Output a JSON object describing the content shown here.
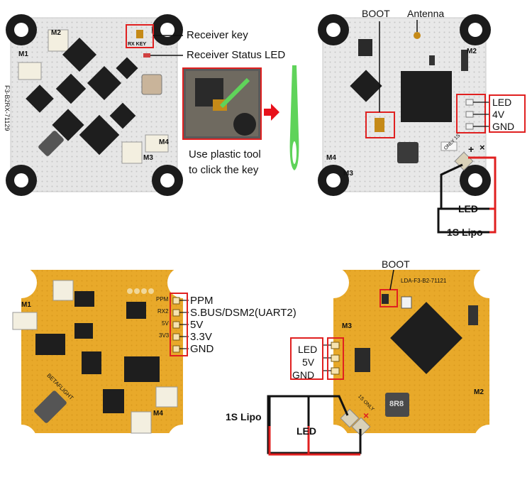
{
  "top_left": {
    "receiver_key": "Receiver key",
    "receiver_status_led": "Receiver Status LED",
    "instruction_line1": "Use plastic tool",
    "instruction_line2": "to click the key",
    "board_silk": "F3-B2RX-71129",
    "rx_key_silk": "RX KEY",
    "m1": "M1",
    "m2": "M2",
    "m3": "M3",
    "m4": "M4"
  },
  "top_right": {
    "boot": "BOOT",
    "antenna": "Antenna",
    "led": "LED",
    "v4": "4V",
    "gnd": "GND",
    "led_wire": "LED",
    "lipo_wire": "1S Lipo",
    "m2": "M2",
    "m4": "M4",
    "m3": "M3",
    "only_1s": "ONLY 1S"
  },
  "bottom_left": {
    "ppm": "PPM",
    "sbus": "S.BUS/DSM2(UART2)",
    "v5": "5V",
    "v33": "3.3V",
    "gnd": "GND",
    "silk_ppm": "PPM",
    "silk_rx2": "RX2",
    "silk_5v": "5V",
    "silk_3v3": "3V3",
    "m1": "M1",
    "m4": "M4",
    "brand": "BETAFLIGHT"
  },
  "bottom_right": {
    "boot": "BOOT",
    "led": "LED",
    "v5": "5V",
    "gnd": "GND",
    "lipo_wire": "1S Lipo",
    "led_wire": "LED",
    "board_silk": "LDA-F3-B2-71121",
    "m3": "M3",
    "m2": "M2",
    "inductor": "8R8",
    "only_1s": "1S ONLY"
  },
  "colors": {
    "white_pcb": "#e8e8e8",
    "yellow_pcb": "#e8a92a",
    "chip": "#1e1e1e",
    "callout_red": "#e02020",
    "tool_green": "#5fd35a",
    "arrow_red": "#e8111b"
  }
}
